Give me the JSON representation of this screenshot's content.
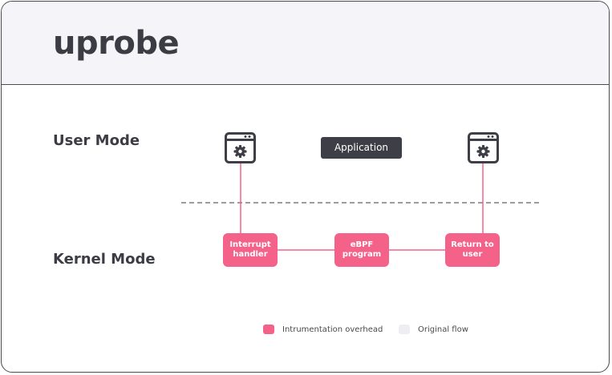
{
  "header": {
    "title": "uprobe"
  },
  "modes": {
    "user": "User Mode",
    "kernel": "Kernel Mode"
  },
  "application": {
    "label": "Application"
  },
  "kernel_boxes": {
    "interrupt_line1": "Interrupt",
    "interrupt_line2": "handler",
    "ebpf_line1": "eBPF",
    "ebpf_line2": "program",
    "return_line1": "Return to",
    "return_line2": "user"
  },
  "legend": {
    "overhead_label": "Intrumentation overhead",
    "original_label": "Original flow"
  },
  "colors": {
    "accent": "#f4628a",
    "dark": "#3e3f46",
    "header_bg": "#f5f4f9",
    "original_flow": "#eeedf2"
  },
  "icons": {
    "left_app": "app-window-gear-icon",
    "right_app": "app-window-gear-icon"
  }
}
